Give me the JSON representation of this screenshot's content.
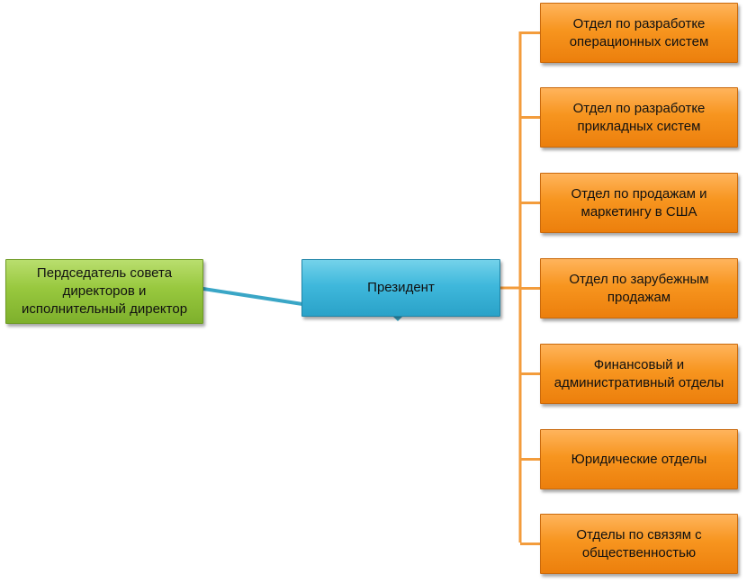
{
  "diagram": {
    "root": {
      "label": "Перд­седатель совета\nдиректоров и\nисполнительный директор"
    },
    "president": {
      "label": "Президент"
    },
    "departments": [
      {
        "label": "Отдел по разработке\nоперационных систем"
      },
      {
        "label": "Отдел по разработке\nприкладных систем"
      },
      {
        "label": "Отдел по продажам и\nмаркетингу в США"
      },
      {
        "label": "Отдел по зарубежным\nпродажам"
      },
      {
        "label": "Финансовый и\nадминистративный отделы"
      },
      {
        "label": "Юридические отделы"
      },
      {
        "label": "Отделы по связям с\nобщественностью"
      }
    ],
    "colors": {
      "root_fill": "#98c83e",
      "president_fill": "#3fb8dc",
      "department_fill": "#f7951f",
      "root_connector": "#3aa6c6",
      "department_connector": "#f39c3c"
    }
  }
}
